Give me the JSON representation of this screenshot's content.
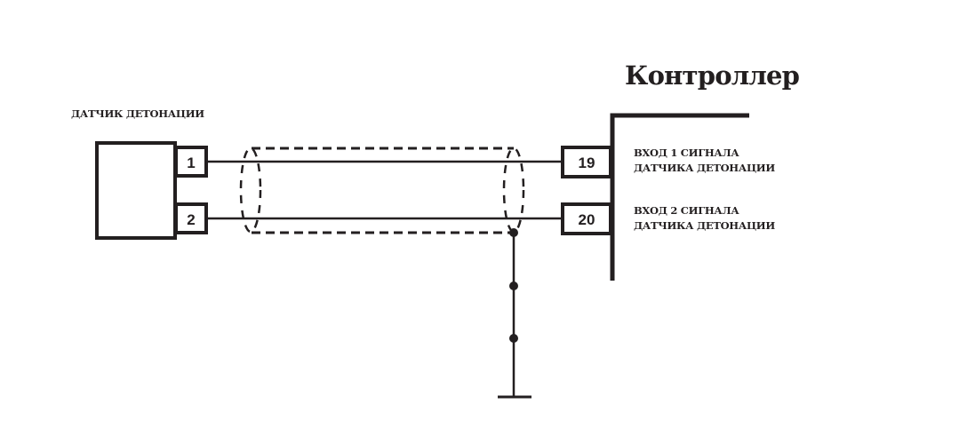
{
  "sensor": {
    "label": "ДАТЧИК ДЕТОНАЦИИ",
    "pins": [
      "1",
      "2"
    ]
  },
  "controller": {
    "title": "Контроллер",
    "pins": [
      {
        "number": "19",
        "description_line1": "ВХОД 1 СИГНАЛА",
        "description_line2": "ДАТЧИКА ДЕТОНАЦИИ"
      },
      {
        "number": "20",
        "description_line1": "ВХОД 2 СИГНАЛА",
        "description_line2": "ДАТЧИКА ДЕТОНАЦИИ"
      }
    ]
  },
  "colors": {
    "line": "#231f20",
    "background": "#ffffff"
  }
}
